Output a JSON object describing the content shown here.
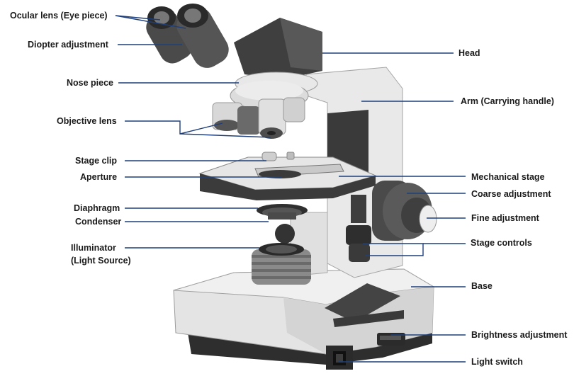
{
  "labels": {
    "ocular_lens": "Ocular lens (Eye piece)",
    "diopter_adjustment": "Diopter adjustment",
    "nose_piece": "Nose piece",
    "objective_lens": "Objective lens",
    "stage_clip": "Stage clip",
    "aperture": "Aperture",
    "diaphragm": "Diaphragm",
    "condenser": "Condenser",
    "illuminator_line1": "Illuminator",
    "illuminator_line2": "(Light Source)",
    "head": "Head",
    "arm": "Arm (Carrying handle)",
    "mechanical_stage": "Mechanical stage",
    "coarse_adjustment": "Coarse adjustment",
    "fine_adjustment": "Fine adjustment",
    "stage_controls": "Stage controls",
    "base": "Base",
    "brightness_adjustment": "Brightness adjustment",
    "light_switch": "Light switch"
  },
  "colors": {
    "leader_line": "#1f3f7a",
    "body_light": "#e6e6e6",
    "body_mid": "#bdbdbd",
    "body_dark": "#3c3c3c",
    "head_dark": "#4a4a4a"
  }
}
